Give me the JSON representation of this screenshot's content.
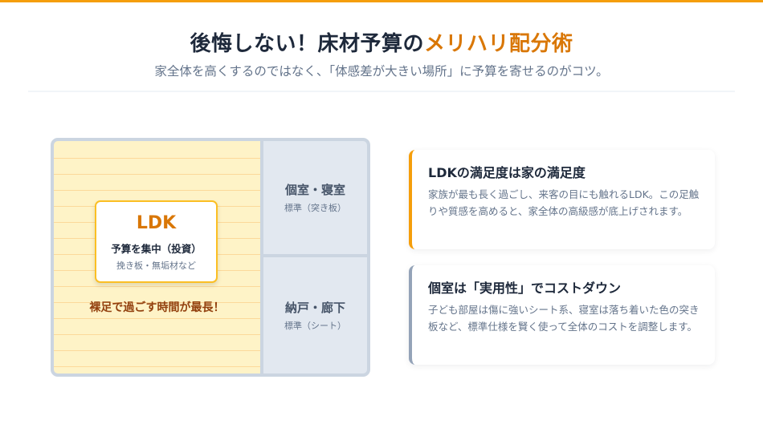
{
  "header": {
    "title_main": "後悔しない！床材予算の",
    "title_accent": "メリハリ配分術",
    "subtitle": "家全体を高くするのではなく、「体感差が大きい場所」に予算を寄せるのがコツ。"
  },
  "floor_plan": {
    "ldk": {
      "label": "LDK",
      "budget": "予算を集中（投資）",
      "materials": "挽き板・無垢材など",
      "note": "裸足で過ごす時間が最長！"
    },
    "rooms": [
      {
        "name": "個室・寝室",
        "spec": "標準（突き板）"
      },
      {
        "name": "納戸・廊下",
        "spec": "標準（シート）"
      }
    ]
  },
  "cards": [
    {
      "title": "LDKの満足度は家の満足度",
      "body": "家族が最も長く過ごし、来客の目にも触れるLDK。この足触りや質感を高めると、家全体の高級感が底上げされます。"
    },
    {
      "title": "個室は「実用性」でコストダウン",
      "body": "子ども部屋は傷に強いシート系、寝室は落ち着いた色の突き板など、標準仕様を賢く使って全体のコストを調整します。"
    }
  ],
  "colors": {
    "accent": "#f59e0b",
    "accent_text": "#d97706",
    "ldk_floor": "#fef3c7",
    "room_floor": "#e2e8f0",
    "wall": "#cbd5e1",
    "secondary_border": "#94a3b8"
  }
}
